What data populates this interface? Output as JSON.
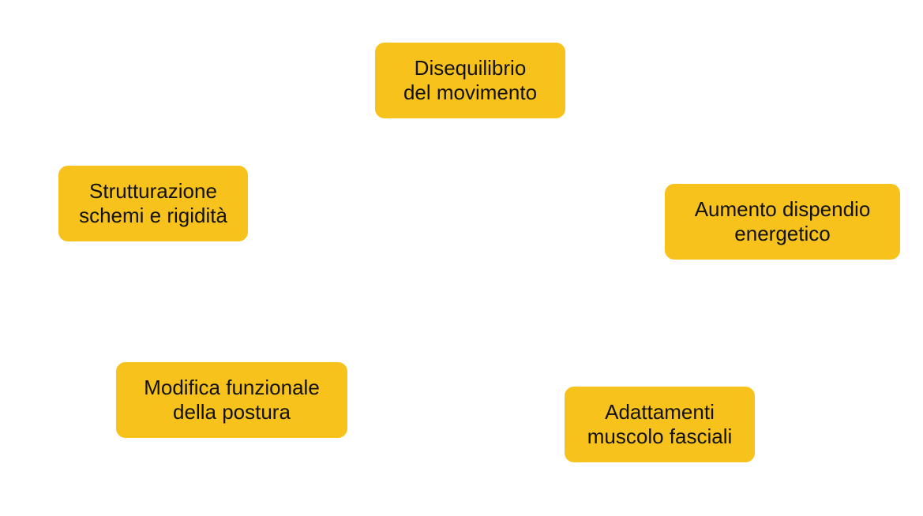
{
  "diagram": {
    "type": "cycle",
    "nodes": [
      {
        "id": "disequilibrio",
        "label": "Disequilibrio\ndel movimento"
      },
      {
        "id": "dispendio",
        "label": "Aumento dispendio\nenergetico"
      },
      {
        "id": "adattamenti",
        "label": "Adattamenti\nmuscolo fasciali"
      },
      {
        "id": "modifica",
        "label": "Modifica funzionale\ndella postura"
      },
      {
        "id": "strutturazione",
        "label": "Strutturazione\nschemi e rigidità"
      }
    ],
    "colors": {
      "node_fill": "#f6c21b",
      "node_text": "#111111",
      "background": "#ffffff"
    }
  }
}
